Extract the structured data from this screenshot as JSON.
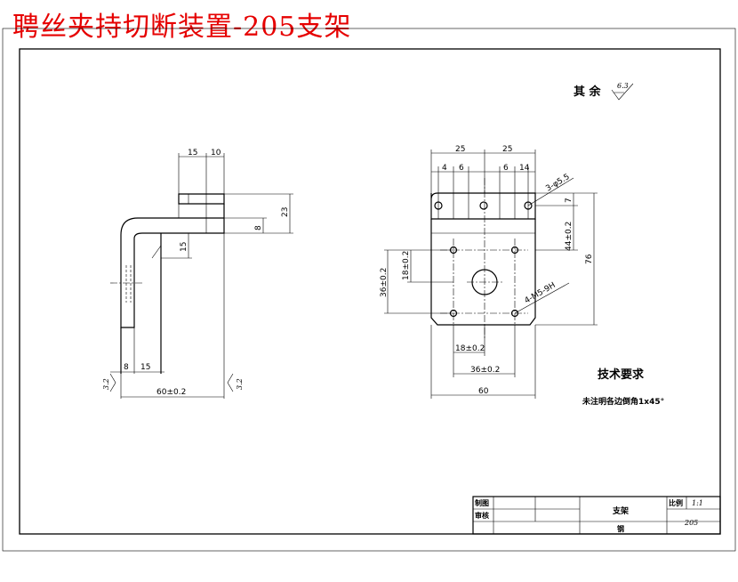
{
  "title": "聘丝夹持切断装置-205支架",
  "surface_note": {
    "label": "其 余",
    "value": "6.3"
  },
  "tech": {
    "heading": "技术要求",
    "note": "未注明各边倒角1x45°"
  },
  "side_view": {
    "dims": {
      "top_a": "15",
      "top_b": "10",
      "height": "23",
      "thick": "8",
      "inner": "15",
      "bottom_a": "8",
      "bottom_b": "15",
      "width": "60±0.2",
      "rough_left": "3.2",
      "rough_right": "3.2"
    }
  },
  "front_view": {
    "dims": {
      "top_left": "25",
      "top_right": "25",
      "hole_l1": "4",
      "hole_l2": "6",
      "hole_r1": "6",
      "hole_r2": "14",
      "holes_top": "3-φ5.5",
      "right_small": "7",
      "right_mid": "44±0.2",
      "right_total": "76",
      "left_outer": "36±0.2",
      "left_inner": "18±0.2",
      "holes_m5": "4-M5-9H",
      "bottom_inner": "18±0.2",
      "bottom_mid": "36±0.2",
      "bottom_total": "60"
    }
  },
  "title_block": {
    "drawn_label": "制图",
    "check_label": "审核",
    "part_name": "支架",
    "scale_label": "比例",
    "scale_value": "1:1",
    "material": "钢",
    "part_no": "205"
  }
}
